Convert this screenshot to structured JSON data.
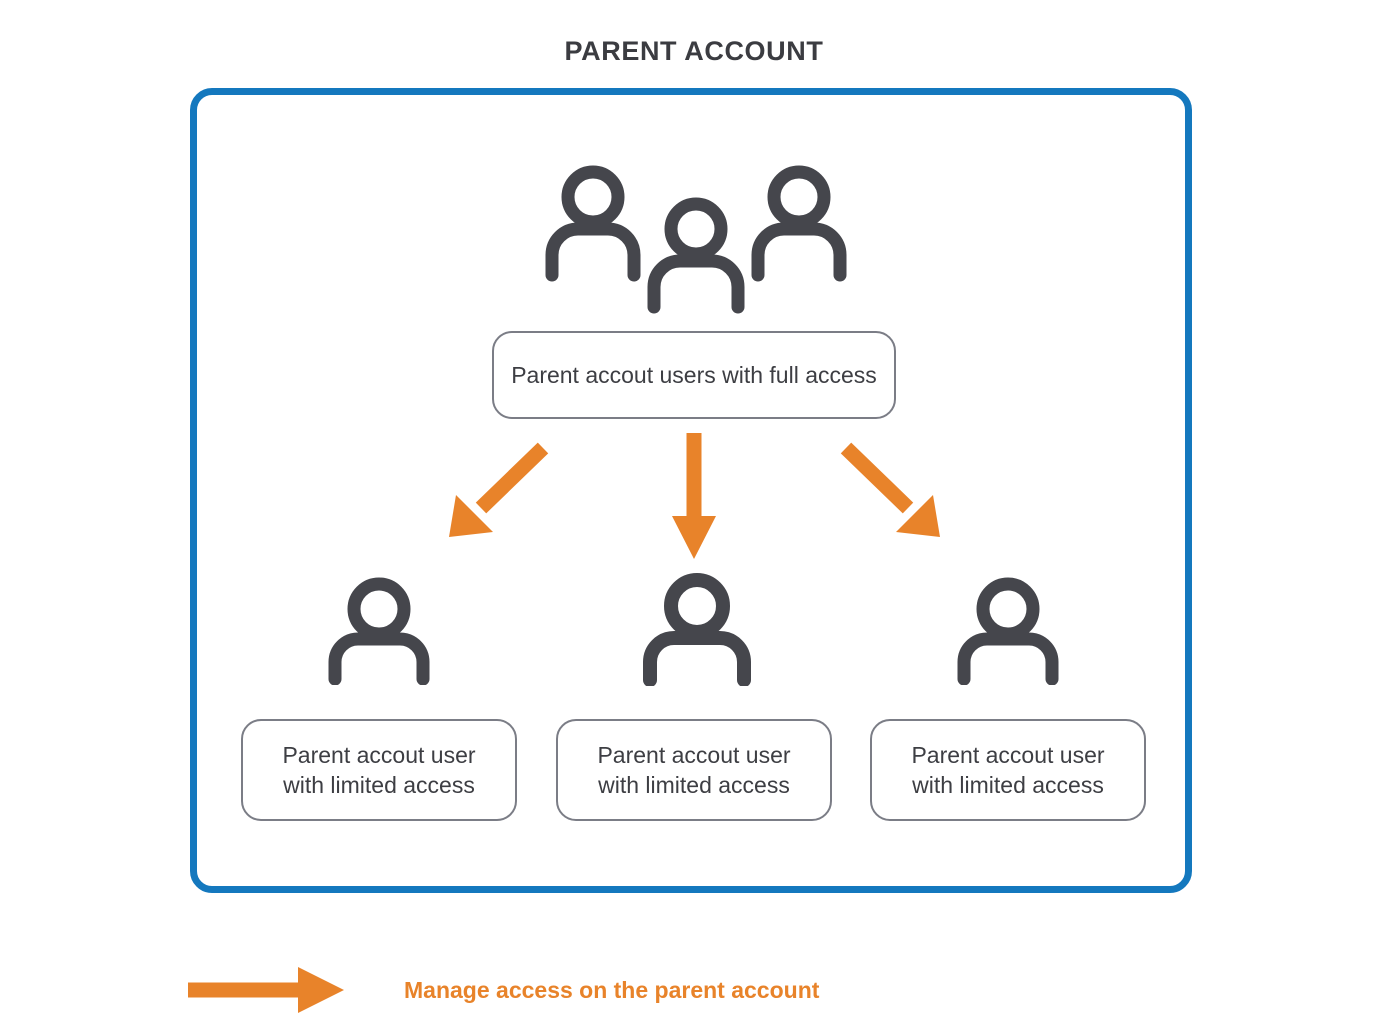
{
  "diagram": {
    "title": "PARENT ACCOUNT",
    "colors": {
      "frame_blue": "#1478be",
      "arrow_orange": "#e8832a",
      "icon_gray": "#45464c",
      "box_border_gray": "#7b7d86",
      "text_gray": "#3d3e43",
      "background": "#ffffff"
    },
    "parent_node": {
      "icon": "group-of-three-people-icon",
      "label": "Parent accout users with full access"
    },
    "children": [
      {
        "icon": "person-icon",
        "label": "Parent accout user\nwith limited access"
      },
      {
        "icon": "person-icon",
        "label": "Parent accout user\nwith limited access"
      },
      {
        "icon": "person-icon",
        "label": "Parent accout user\nwith limited access"
      }
    ],
    "connectors": [
      {
        "name": "arrow-down-left",
        "direction": "down-left"
      },
      {
        "name": "arrow-down",
        "direction": "down"
      },
      {
        "name": "arrow-down-right",
        "direction": "down-right"
      }
    ],
    "legend": {
      "icon": "right-arrow-icon",
      "text": "Manage access on the parent account"
    }
  }
}
